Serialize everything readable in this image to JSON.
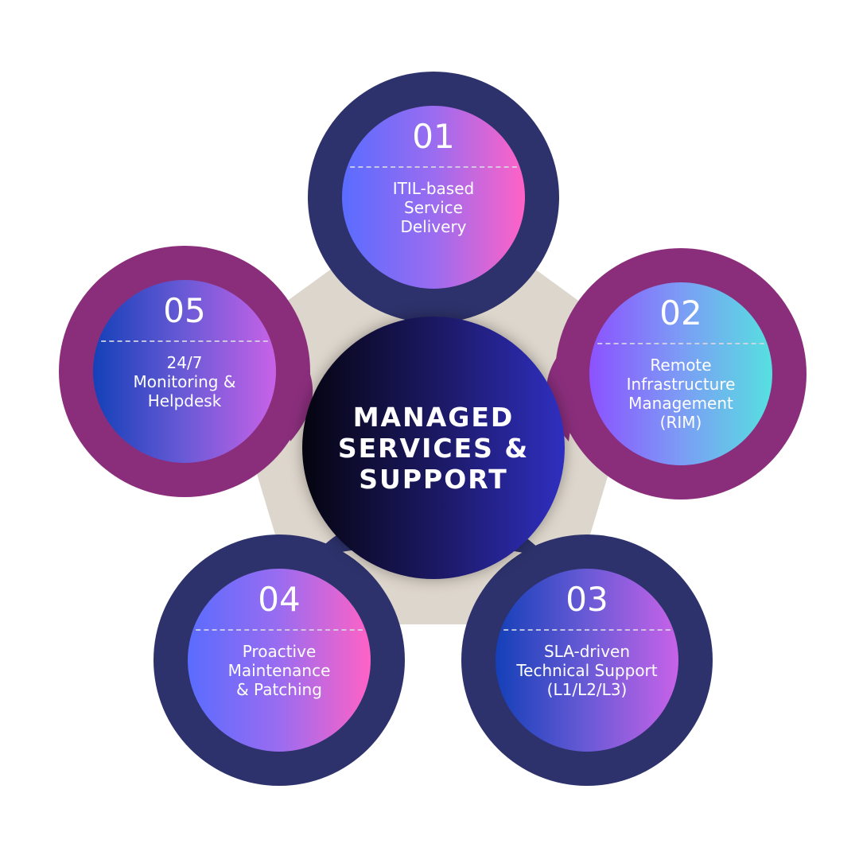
{
  "center": {
    "title": "MANAGED\nSERVICES &\nSUPPORT"
  },
  "colors": {
    "navy_ring": "#2d326c",
    "purple_ring": "#8a2e7c",
    "pentagon": "#ddd6cc",
    "hub_dark": "#05040f",
    "hub_blue": "#2f2fc0"
  },
  "nodes": [
    {
      "number": "01",
      "label": "ITIL-based\nService\nDelivery",
      "ring": "navy",
      "gradient": "blue-pink"
    },
    {
      "number": "02",
      "label": "Remote\nInfrastructure\nManagement\n(RIM)",
      "ring": "purple",
      "gradient": "violet-cyan"
    },
    {
      "number": "03",
      "label": "SLA-driven\nTechnical Support\n(L1/L2/L3)",
      "ring": "navy",
      "gradient": "navy-violet"
    },
    {
      "number": "04",
      "label": "Proactive\nMaintenance\n& Patching",
      "ring": "navy",
      "gradient": "blue-pink"
    },
    {
      "number": "05",
      "label": "24/7\nMonitoring &\nHelpdesk",
      "ring": "purple",
      "gradient": "navy-violet"
    }
  ]
}
